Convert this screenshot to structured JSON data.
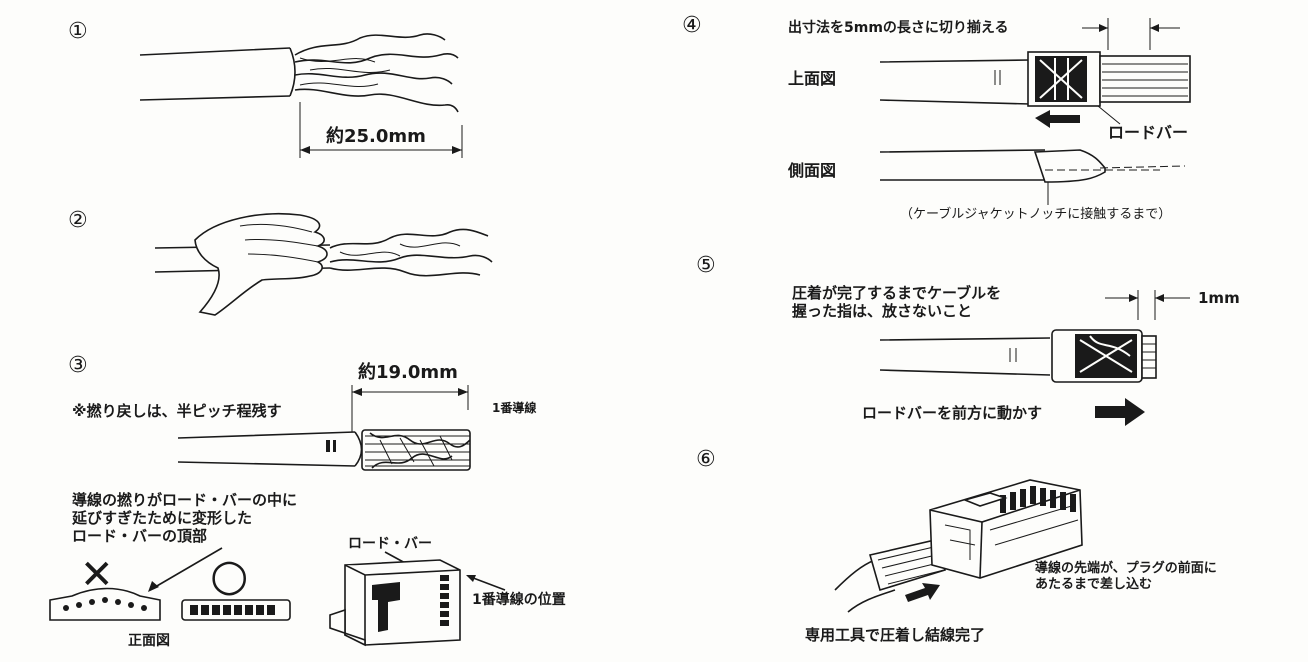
{
  "steps": {
    "s1": {
      "number": "①",
      "dim": "約25.0mm"
    },
    "s2": {
      "number": "②"
    },
    "s3": {
      "number": "③",
      "dim": "約19.0mm",
      "note": "※撚り戻しは、半ピッチ程残す",
      "wire1": "1番導線",
      "warn1": "導線の撚りがロード・バーの中に",
      "warn2": "延びすぎたために変形した",
      "warn3": "ロード・バーの頂部",
      "ng": "✕",
      "ok": "○",
      "front": "正面図",
      "loadbar": "ロード・バー",
      "pos": "1番導線の位置"
    },
    "s4": {
      "number": "④",
      "cut": "出寸法を5mmの長さに切り揃える",
      "top": "上面図",
      "loadbar": "ロードバー",
      "side": "側面図",
      "touch": "（ケーブルジャケットノッチに接触するまで）"
    },
    "s5": {
      "number": "⑤",
      "hold1": "圧着が完了するまでケーブルを",
      "hold2": "握った指は、放さないこと",
      "mm": "1mm",
      "forward": "ロードバーを前方に動かす"
    },
    "s6": {
      "number": "⑥",
      "insert1": "導線の先端が、プラグの前面に",
      "insert2": "あたるまで差し込む",
      "done": "専用工具で圧着し結線完了"
    }
  }
}
